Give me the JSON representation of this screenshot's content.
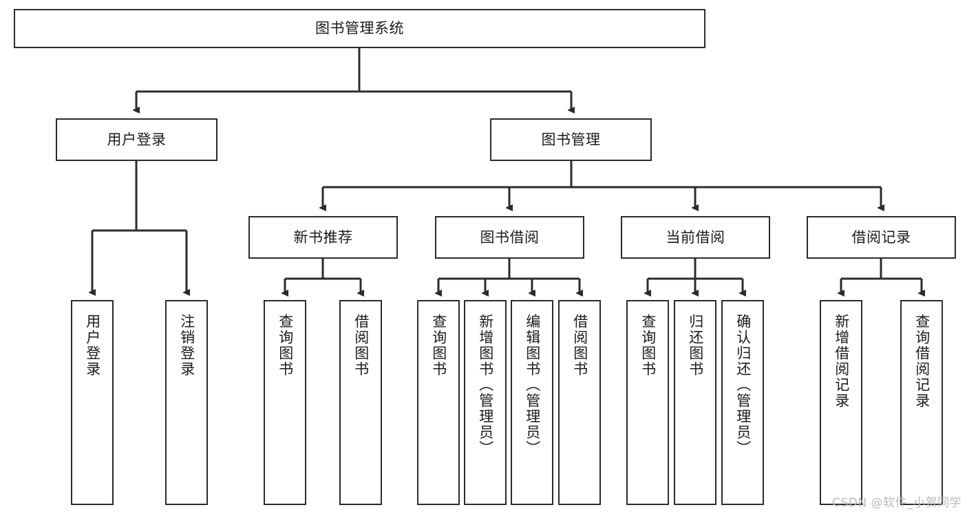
{
  "diagram": {
    "title": "图书管理系统",
    "type": "hierarchy-tree",
    "colors": {
      "box_border": "#2b2b2b",
      "box_fill": "#ffffff",
      "line": "#333333",
      "text": "#1b1b1b",
      "watermark": "#b9b9b9"
    },
    "levels": {
      "root": {
        "label": "图书管理系统"
      },
      "level2": [
        {
          "label": "用户登录"
        },
        {
          "label": "图书管理"
        }
      ],
      "level3": [
        {
          "label": "新书推荐"
        },
        {
          "label": "图书借阅"
        },
        {
          "label": "当前借阅"
        },
        {
          "label": "借阅记录"
        }
      ],
      "leaves": {
        "user_login": [
          {
            "label": "用户登录"
          },
          {
            "label": "注销登录"
          }
        ],
        "new_book_recommend": [
          {
            "label": "查询图书"
          },
          {
            "label": "借阅图书"
          }
        ],
        "book_borrow": [
          {
            "label": "查询图书"
          },
          {
            "label": "新增图书（管理员）"
          },
          {
            "label": "编辑图书（管理员）"
          },
          {
            "label": "借阅图书"
          }
        ],
        "current_borrow": [
          {
            "label": "查询图书"
          },
          {
            "label": "归还图书"
          },
          {
            "label": "确认归还（管理员）"
          }
        ],
        "borrow_record": [
          {
            "label": "新增借阅记录"
          },
          {
            "label": "查询借阅记录"
          }
        ]
      }
    }
  },
  "watermark": {
    "text": "CSDN @软件_小贺同学"
  }
}
